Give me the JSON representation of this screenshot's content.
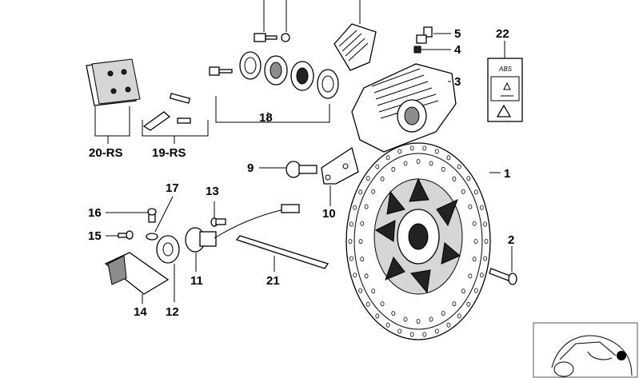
{
  "diagram": {
    "labels": {
      "p1": "1",
      "p2": "2",
      "p3": "3",
      "p4": "4",
      "p5": "5",
      "p9": "9",
      "p10": "10",
      "p11": "11",
      "p12": "12",
      "p13": "13",
      "p14": "14",
      "p15": "15",
      "p16": "16",
      "p17": "17",
      "p18": "18",
      "p19": "19-RS",
      "p20": "20-RS",
      "p21": "21",
      "p22": "22"
    },
    "abs_sticker": "ABS",
    "colors": {
      "line": "#000000",
      "background": "#ffffff",
      "marker": "#000000"
    }
  }
}
